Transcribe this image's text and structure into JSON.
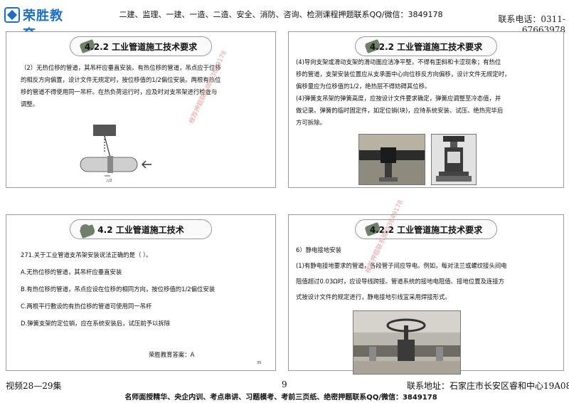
{
  "header": {
    "logo_text": "荣胜教育",
    "banner": "二建、监理、一建、一造、二造、安全、消防、咨询、检测课程押题联系QQ/微信：3849178",
    "phone": "联系电话：0311-67663978"
  },
  "slides": [
    {
      "title": "4.2.2 工业管道施工技术要求",
      "lines": [
        "（2）无热位移的管道，其吊杆应垂直安装。有热位移的管道，吊点应于位移",
        "的相反方向偏置，设计文件无规定时，按位移值的1/2偏位安装。两根有热位",
        "移的管道不得使用同一吊杆。在热负荷运行时，应及时对支吊架进行检查与",
        "调整。"
      ]
    },
    {
      "title": "4.2.2 工业管道施工技术要求",
      "lines": [
        "(4)导向支架或滑动支架的滑动面应洁净平整，不得有歪斜和卡涩现象；有热位",
        "移的管道，支架安装位置应从支承面中心向位移反方向偏移，设计文件无规定时，",
        "偏移量应为位移值的1/2，绝热层不得妨碍其位移。",
        "(4)弹簧支吊架的弹簧高度，应按设计文件要求确定，弹簧应调整至冷态值，并",
        "做记录。弹簧的临时固定件，如定位销(块)，应待系统安装、试压、绝热完毕后",
        "方可拆除。"
      ]
    },
    {
      "title": "4.2  工业管道施工技术",
      "lines": [
        "271.关于工业管道支吊架安装说法正确的是（    ）。",
        "A.无热位移的管道，其吊杆应垂直安装",
        "B.有热位移的管道，吊点应设在位移的相同方向，按位移值的1/2偏位安装",
        "C.两根平行敷设的有热位移的管道可使用同一吊杆",
        "D.弹簧支架的定位销，应在系统安装后，试压前予以拆除"
      ],
      "answer": "荣胜教育答案：A",
      "page_number": "35"
    },
    {
      "title": "4.2.2 工业管道施工技术要求",
      "lines": [
        "6）静电接地安装",
        "(1)有静电接地要求的管道，各段管子间应导电。例如，每对法兰或螺纹接头间电",
        "阻值超过0.03Ω时，应设导线跨接。管道系统的接地电阻值、接地位置及连接方",
        "式按设计文件的规定进行，静电接地引线宜采用焊接形式。"
      ]
    }
  ],
  "watermark": "梯荐押题联系微信3849178",
  "footer": {
    "left": "视频28—29集",
    "page": "9",
    "right": "联系地址：石家庄市长安区睿和中心19A08",
    "banner": "名师面授精华、央企内训、考点串讲、习题模考、考前三页纸、绝密押题联系QQ/微信：3849178"
  }
}
